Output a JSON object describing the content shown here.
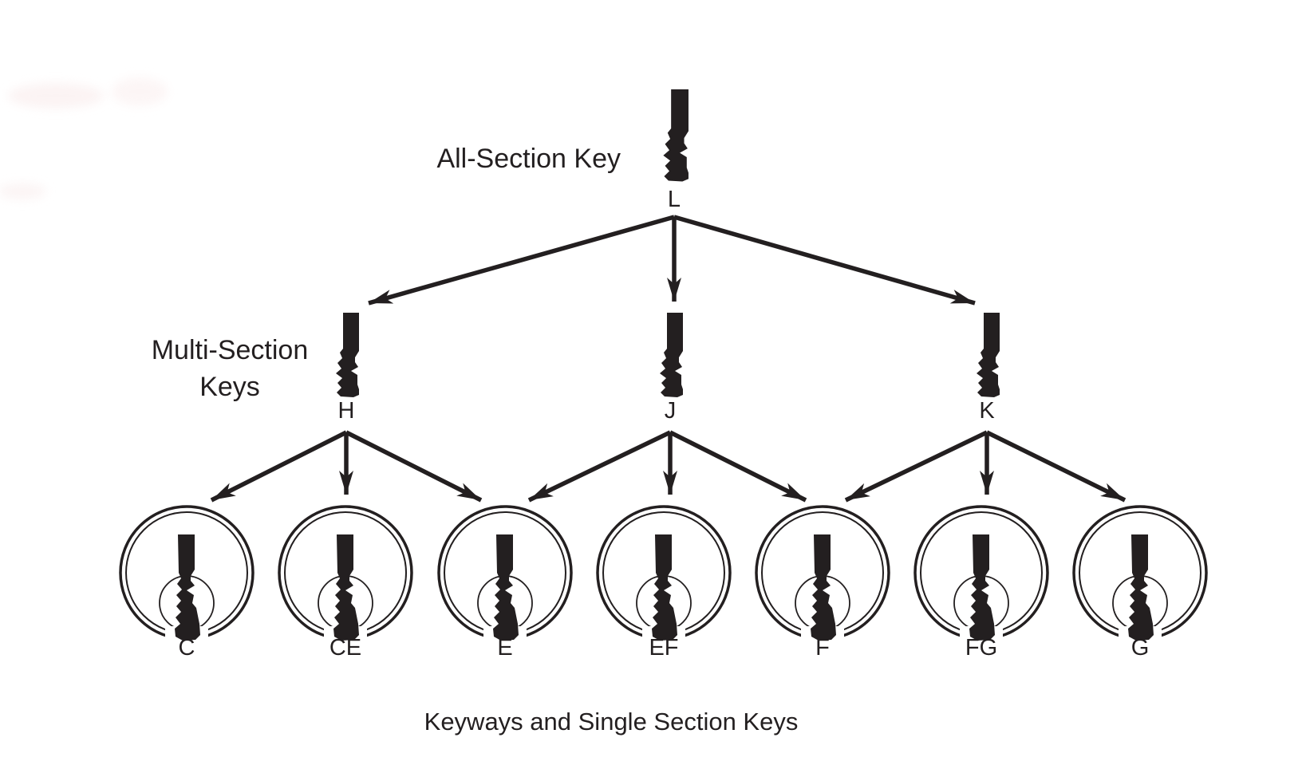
{
  "diagram": {
    "all_section_label": "All-Section Key",
    "multi_section_label_line1": "Multi-Section",
    "multi_section_label_line2": "Keys",
    "caption": "Keyways and Single Section Keys",
    "root": {
      "label": "L"
    },
    "multi_section_keys": [
      {
        "label": "H"
      },
      {
        "label": "J"
      },
      {
        "label": "K"
      }
    ],
    "single_section_keyways": [
      {
        "label": "C"
      },
      {
        "label": "CE"
      },
      {
        "label": "E"
      },
      {
        "label": "EF"
      },
      {
        "label": "F"
      },
      {
        "label": "FG"
      },
      {
        "label": "G"
      }
    ],
    "edges": [
      {
        "from": "L",
        "to": "H"
      },
      {
        "from": "L",
        "to": "J"
      },
      {
        "from": "L",
        "to": "K"
      },
      {
        "from": "H",
        "to": "C"
      },
      {
        "from": "H",
        "to": "CE"
      },
      {
        "from": "H",
        "to": "E"
      },
      {
        "from": "J",
        "to": "E"
      },
      {
        "from": "J",
        "to": "EF"
      },
      {
        "from": "J",
        "to": "F"
      },
      {
        "from": "K",
        "to": "F"
      },
      {
        "from": "K",
        "to": "FG"
      },
      {
        "from": "K",
        "to": "G"
      }
    ],
    "icons": {
      "key_profile": "key-profile-icon",
      "lock_cylinder": "lock-cylinder-icon",
      "arrow": "arrowhead-icon"
    },
    "colors": {
      "ink": "#231f20",
      "background": "#ffffff"
    }
  }
}
